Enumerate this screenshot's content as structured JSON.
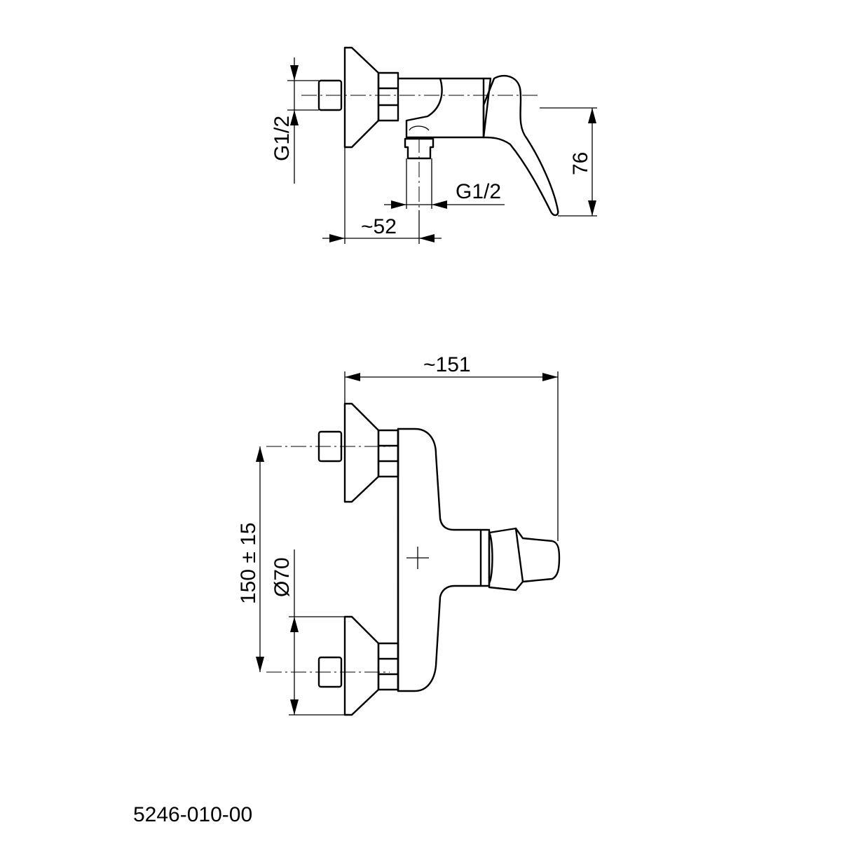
{
  "drawing": {
    "part_number": "5246-010-00",
    "side_view": {
      "dim_inlet_thread": "G1/2",
      "dim_outlet_thread": "G1/2",
      "dim_depth_outlet": "~52",
      "dim_handle_height": "76"
    },
    "front_view": {
      "dim_overall_width": "~151",
      "dim_inlet_spacing": "150 ± 15",
      "dim_flange_diameter": "Ø70"
    }
  }
}
